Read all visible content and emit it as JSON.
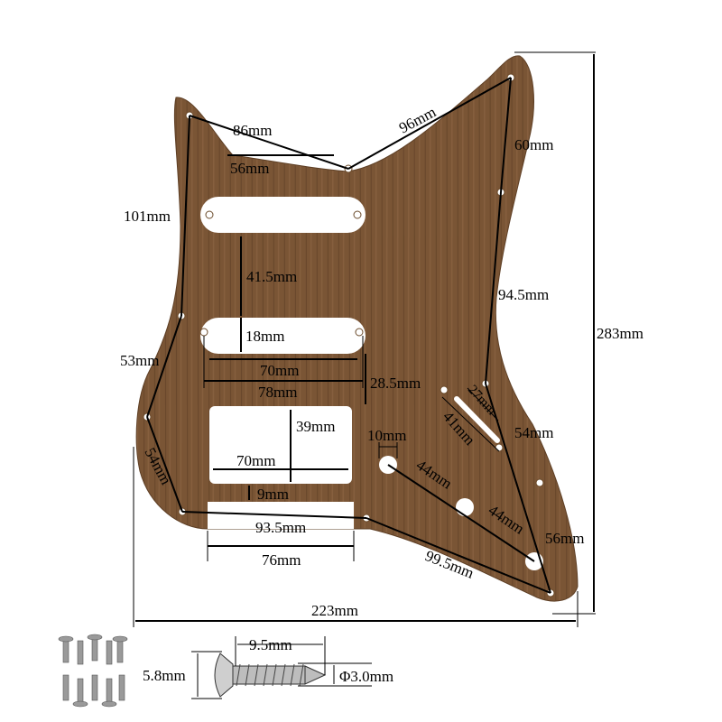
{
  "colors": {
    "wood": "#7a5535",
    "wood_dark": "#5e3f25",
    "screw": "#9a9a9a"
  },
  "labels": {
    "horn_to_neck": "86mm",
    "neck_pocket": "56mm",
    "neck_to_horn": "96mm",
    "horn_down": "60mm",
    "left_top": "101mm",
    "pickup_spacing": "41.5mm",
    "pickup_width": "18mm",
    "single_len": "70mm",
    "single_outer": "78mm",
    "right_long": "94.5mm",
    "total_height": "283mm",
    "left_mid": "53mm",
    "mid_hb_gap": "28.5mm",
    "hb_height": "39mm",
    "hb_len": "70mm",
    "jack_dia": "10mm",
    "switch_slot": "27mm",
    "switch_holes": "41mm",
    "right_mid": "54mm",
    "left_low": "54mm",
    "jack_a": "44mm",
    "jack_b": "44mm",
    "bottom_gap": "9mm",
    "bottom_span": "93.5mm",
    "bottom_cut": "76mm",
    "right_low": "56mm",
    "bottom_right": "99.5mm",
    "total_width": "223mm"
  },
  "screw": {
    "length": "9.5mm",
    "head": "5.8mm",
    "diameter": "Φ3.0mm"
  }
}
